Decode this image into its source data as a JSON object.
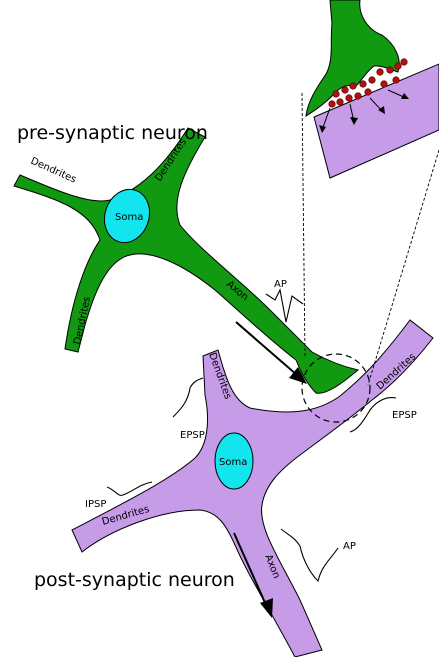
{
  "colors": {
    "presynaptic": "#119911",
    "postsynaptic": "#c69be8",
    "soma": "#13e5ef",
    "vesicle": "#b01010"
  },
  "labels": {
    "pre_title": "pre-synaptic neuron",
    "post_title": "post-synaptic neuron",
    "pre_dendrite_left": "Dendrites",
    "pre_dendrite_right": "Dendrites",
    "pre_dendrite_bottom": "Dendrites",
    "pre_soma": "Soma",
    "pre_axon": "Axon",
    "ap_top": "AP",
    "post_dendrite_top": "Dendrites",
    "post_dendrite_right": "Dendrites",
    "post_dendrite_left": "Dendrites",
    "post_soma": "Soma",
    "post_axon": "Axon",
    "epsp_left": "EPSP",
    "epsp_right": "EPSP",
    "ipsp": "IPSP",
    "ap_bottom": "AP"
  }
}
